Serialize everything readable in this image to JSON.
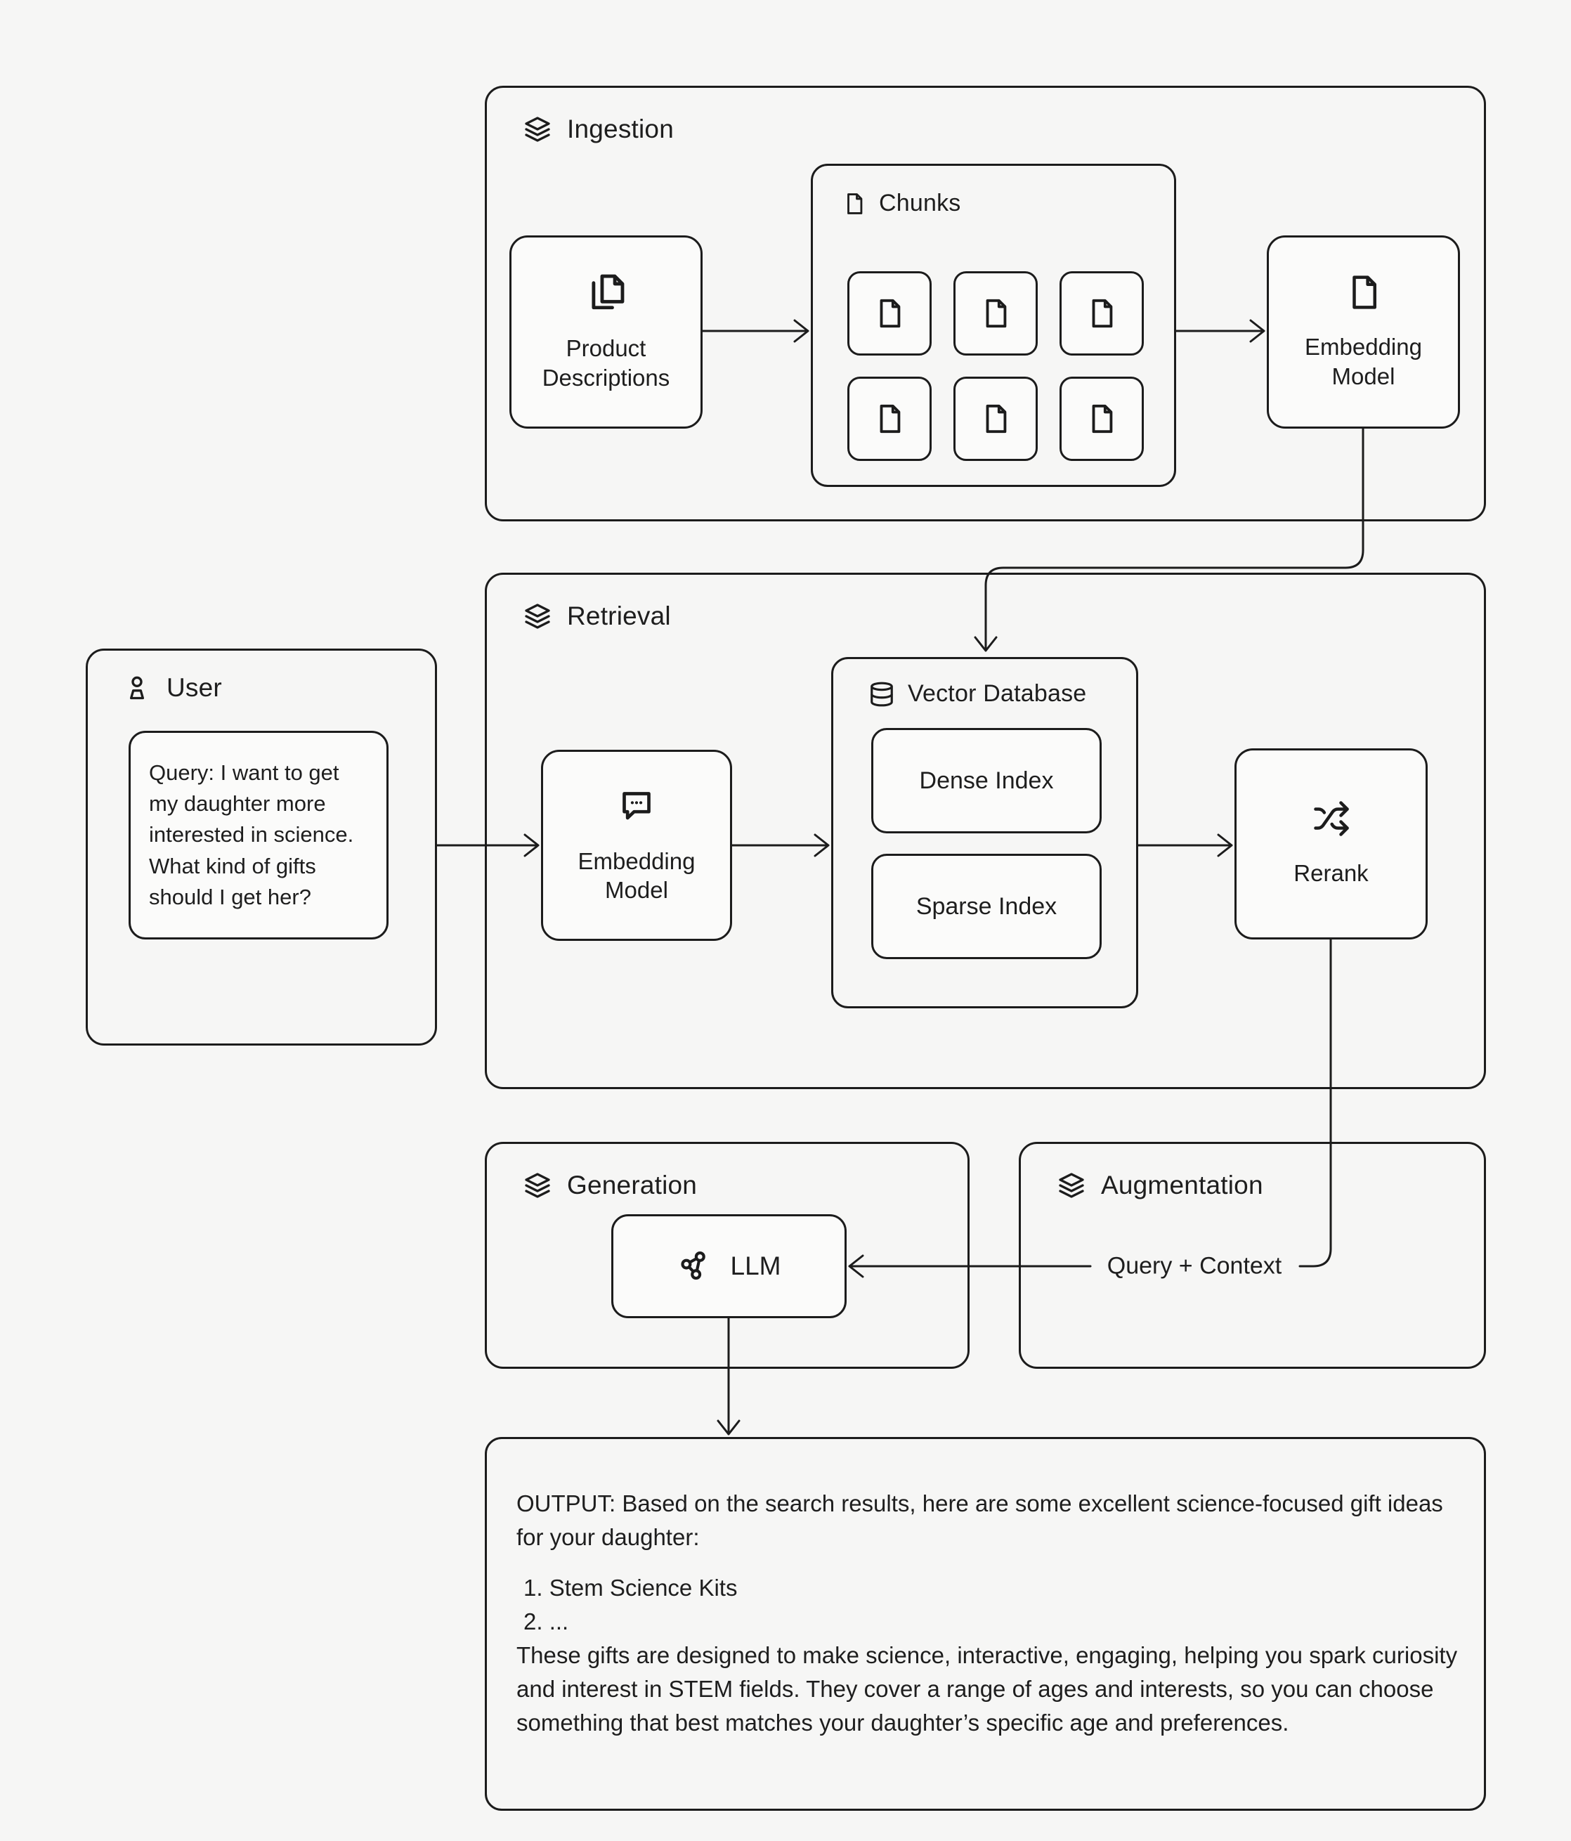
{
  "canvas": {
    "bg": "#f6f6f5",
    "line_color": "#1c1c1c",
    "node_bg": "#fbfbfa",
    "text_color": "#1e1e1e"
  },
  "ingestion": {
    "title": "Ingestion",
    "icon": "layers-icon",
    "product_descriptions": {
      "label": "Product Descriptions",
      "icon": "documents-icon"
    },
    "chunks": {
      "title": "Chunks",
      "icon": "file-icon",
      "tile_count": 6
    },
    "embedding_model": {
      "label": "Embedding Model",
      "icon": "file-icon"
    }
  },
  "retrieval": {
    "title": "Retrieval",
    "icon": "layers-icon",
    "embedding_model": {
      "label": "Embedding Model",
      "icon": "chat-bubble-icon"
    },
    "vector_database": {
      "title": "Vector Database",
      "icon": "database-icon",
      "dense_label": "Dense Index",
      "sparse_label": "Sparse Index"
    },
    "rerank": {
      "label": "Rerank",
      "icon": "shuffle-icon"
    }
  },
  "user": {
    "title": "User",
    "icon": "person-icon",
    "query": "Query: I want to get my daughter more interested in science. What kind of gifts should I get her?"
  },
  "generation": {
    "title": "Generation",
    "icon": "layers-icon",
    "llm": {
      "label": "LLM",
      "icon": "network-icon"
    }
  },
  "augmentation": {
    "title": "Augmentation",
    "icon": "layers-icon",
    "query_context_label": "Query + Context"
  },
  "output": {
    "intro": "OUTPUT: Based on the search results, here are some excellent science-focused gift ideas for your daughter:",
    "items": [
      "1. Stem Science Kits",
      "2. ..."
    ],
    "outro": "These gifts are designed to make science, interactive, engaging, helping you spark curiosity and interest in STEM fields. They cover a range of ages and interests, so you can choose something that best matches your daughter’s specific age and preferences."
  }
}
